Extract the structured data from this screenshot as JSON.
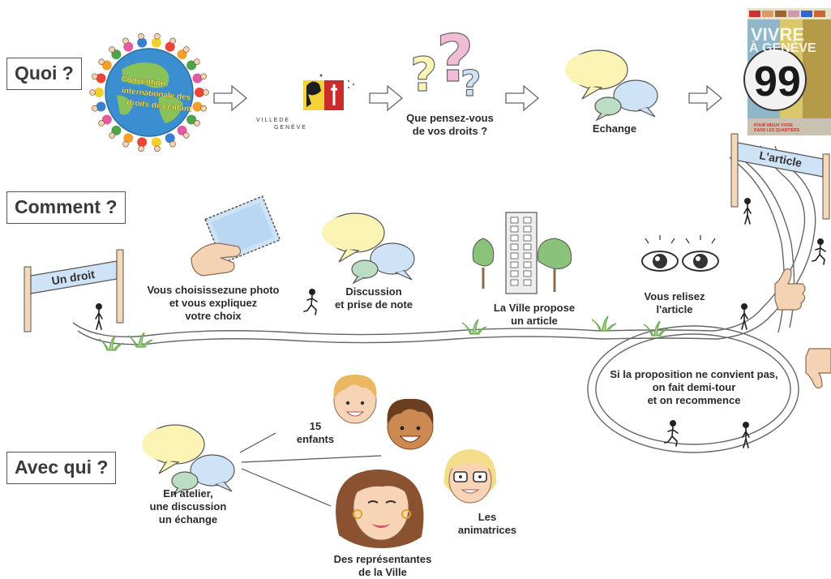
{
  "sections": {
    "quoi": "Quoi ?",
    "comment": "Comment ?",
    "avec_qui": "Avec qui ?"
  },
  "quoi_row": {
    "convention_logo_text": [
      "Convention",
      "internationale des",
      "droits de l'enfant"
    ],
    "ville_logo_text": [
      "V I L L E  D E",
      "G E N È V E"
    ],
    "question": [
      "Que pensez-vous",
      "de vos droits ?"
    ],
    "echange": "Echange",
    "magazine": {
      "title_line1": "VIVRE",
      "title_line2": "À GENÈVE",
      "number": "99",
      "caption": [
        "POUR MIEUX VIVRE",
        "DANS LES QUARTIERS"
      ]
    }
  },
  "comment_row": {
    "start_sign": "Un droit",
    "end_sign": "L'article",
    "step_photo": [
      "Vous choisissezune photo",
      "et vous expliquez",
      "votre choix"
    ],
    "step_discussion": [
      "Discussion",
      "et prise de note"
    ],
    "step_ville": [
      "La Ville propose",
      "un article"
    ],
    "step_relire": [
      "Vous relisez",
      "l'article"
    ],
    "loop_text": [
      "Si la proposition ne convient pas,",
      "on fait demi-tour",
      "et on recommence"
    ]
  },
  "avec_qui_row": {
    "atelier": [
      "En atelier,",
      "une discussion",
      "un échange"
    ],
    "enfants": [
      "15",
      "enfants"
    ],
    "representantes": [
      "Des représentantes",
      "de la Ville"
    ],
    "animatrices": [
      "Les",
      "animatrices"
    ]
  },
  "colors": {
    "bubble_yellow": "#fbf4b4",
    "bubble_blue": "#cfe3f7",
    "bubble_green": "#bcdcc4",
    "globe_blue": "#3b8fd0",
    "geneva_red": "#cc2b2b",
    "question_pink": "#f1bcd6",
    "tree_green": "#8ac27a"
  },
  "icons": [
    "arrow-right-icon",
    "speech-bubbles-icon",
    "question-marks-icon",
    "globe-children-icon",
    "geneva-coat-of-arms-icon",
    "photo-in-hand-icon",
    "building-icon",
    "tree-icon",
    "eyes-icon",
    "thumbs-up-icon",
    "thumbs-down-icon",
    "running-figure-icon",
    "child-face-icon",
    "woman-face-icon"
  ]
}
